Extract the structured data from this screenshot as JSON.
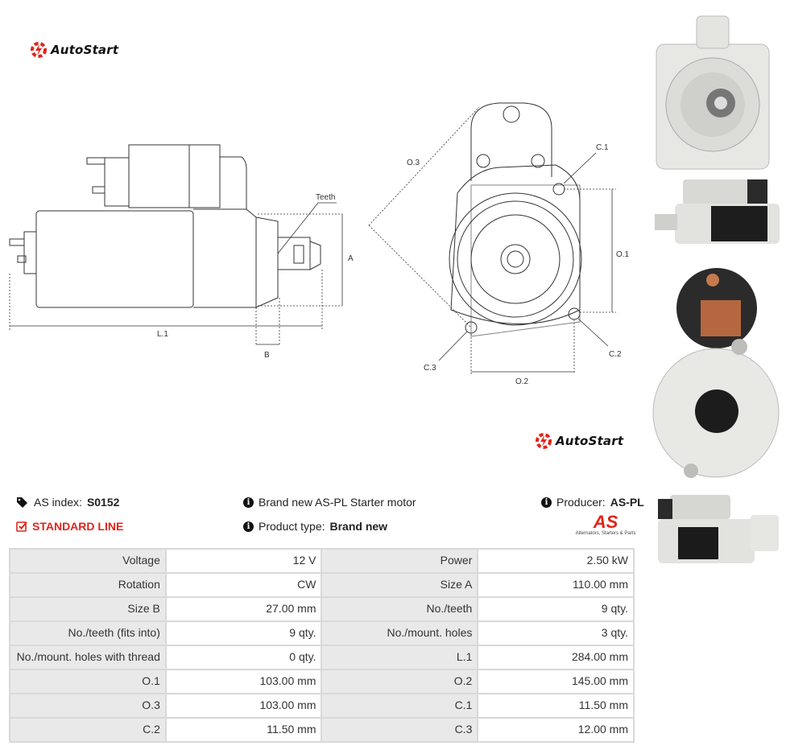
{
  "brand": {
    "logo_text": "AutoStart",
    "accent": "#e2231a"
  },
  "diagram": {
    "labels": {
      "teeth": "Teeth",
      "a": "A",
      "l1": "L.1",
      "b": "B",
      "o3": "O.3",
      "c1": "C.1",
      "o1": "O.1",
      "c2": "C.2",
      "c3": "C.3",
      "o2": "O.2"
    }
  },
  "info": {
    "as_index_label": "AS index:",
    "as_index_value": "S0152",
    "line_label": "STANDARD LINE",
    "desc": "Brand new AS-PL Starter motor",
    "product_type_label": "Product type:",
    "product_type_value": "Brand new",
    "producer_label": "Producer:",
    "producer_value": "AS-PL",
    "as_logo_text": "AS",
    "as_logo_tagline": "Alternators, Starters & Parts"
  },
  "specs": [
    [
      "Voltage",
      "12 V",
      "Power",
      "2.50 kW"
    ],
    [
      "Rotation",
      "CW",
      "Size A",
      "110.00 mm"
    ],
    [
      "Size B",
      "27.00 mm",
      "No./teeth",
      "9 qty."
    ],
    [
      "No./teeth (fits into)",
      "9 qty.",
      "No./mount. holes",
      "3 qty."
    ],
    [
      "No./mount. holes with thread",
      "0 qty.",
      "L.1",
      "284.00 mm"
    ],
    [
      "O.1",
      "103.00 mm",
      "O.2",
      "145.00 mm"
    ],
    [
      "O.3",
      "103.00 mm",
      "C.1",
      "11.50 mm"
    ],
    [
      "C.2",
      "11.50 mm",
      "C.3",
      "12.00 mm"
    ]
  ]
}
